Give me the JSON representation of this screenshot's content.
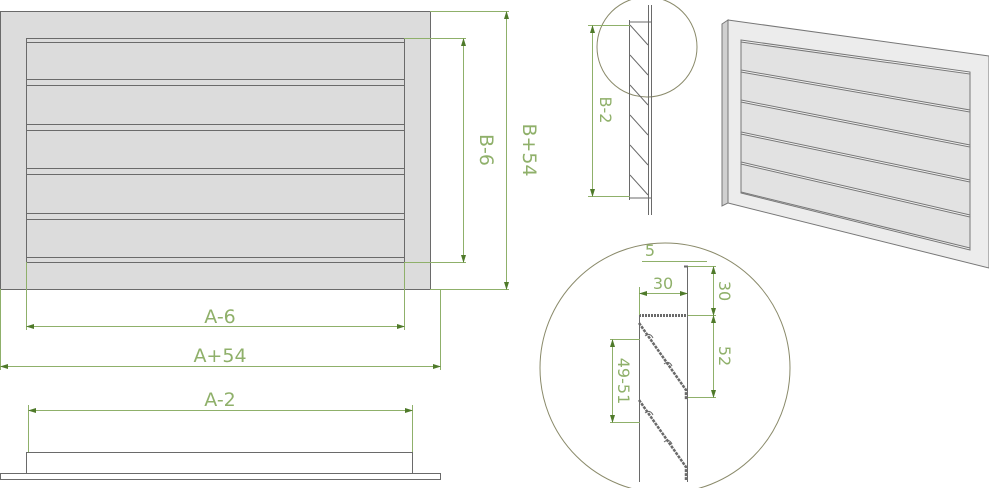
{
  "front_view": {
    "labels": {
      "inner_height": "B-6",
      "outer_height": "B+54",
      "inner_width": "A-6",
      "outer_width": "A+54"
    },
    "slat_count": 5
  },
  "bottom_view": {
    "labels": {
      "width": "A-2"
    }
  },
  "side_view": {
    "labels": {
      "height": "B-2"
    }
  },
  "detail_view": {
    "labels": {
      "flange_thickness": "5",
      "flange_depth": "30",
      "flange_height": "30",
      "slat_height": "52",
      "slat_pitch": "49-51"
    }
  },
  "colors": {
    "dimension": "#8fb06a",
    "outline": "#6a6a6a",
    "fill": "#dcdcdc"
  }
}
